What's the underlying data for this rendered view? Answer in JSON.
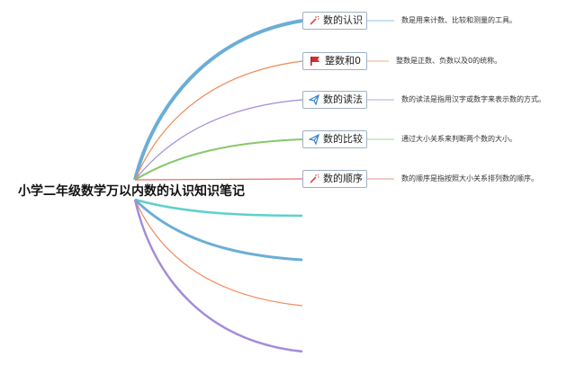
{
  "root": {
    "title": "小学二年级数学万以内数的认识知识笔记"
  },
  "branches": [
    {
      "label": "数的认识",
      "icon": "wand-icon",
      "description": "数是用来计数、比较和测量的工具。",
      "color": "#6aaed6"
    },
    {
      "label": "整数和0",
      "icon": "red-flag-icon",
      "description": "整数是正数、负数以及0的统称。",
      "color": "#ef8a5a"
    },
    {
      "label": "数的读法",
      "icon": "paper-plane-icon",
      "description": "数的读法是指用汉字或数字来表示数的方式。",
      "color": "#a48bd8"
    },
    {
      "label": "数的比较",
      "icon": "paper-plane-icon",
      "description": "通过大小关系来判断两个数的大小。",
      "color": "#86c86a"
    },
    {
      "label": "数的顺序",
      "icon": "wand-icon",
      "description": "数的顺序是指按照大小关系排列数的顺序。",
      "color": "#e86a6a"
    }
  ],
  "lower_branch_colors": [
    "#5ed0cc",
    "#6aaed6",
    "#ef8a5a",
    "#a48bd8"
  ]
}
